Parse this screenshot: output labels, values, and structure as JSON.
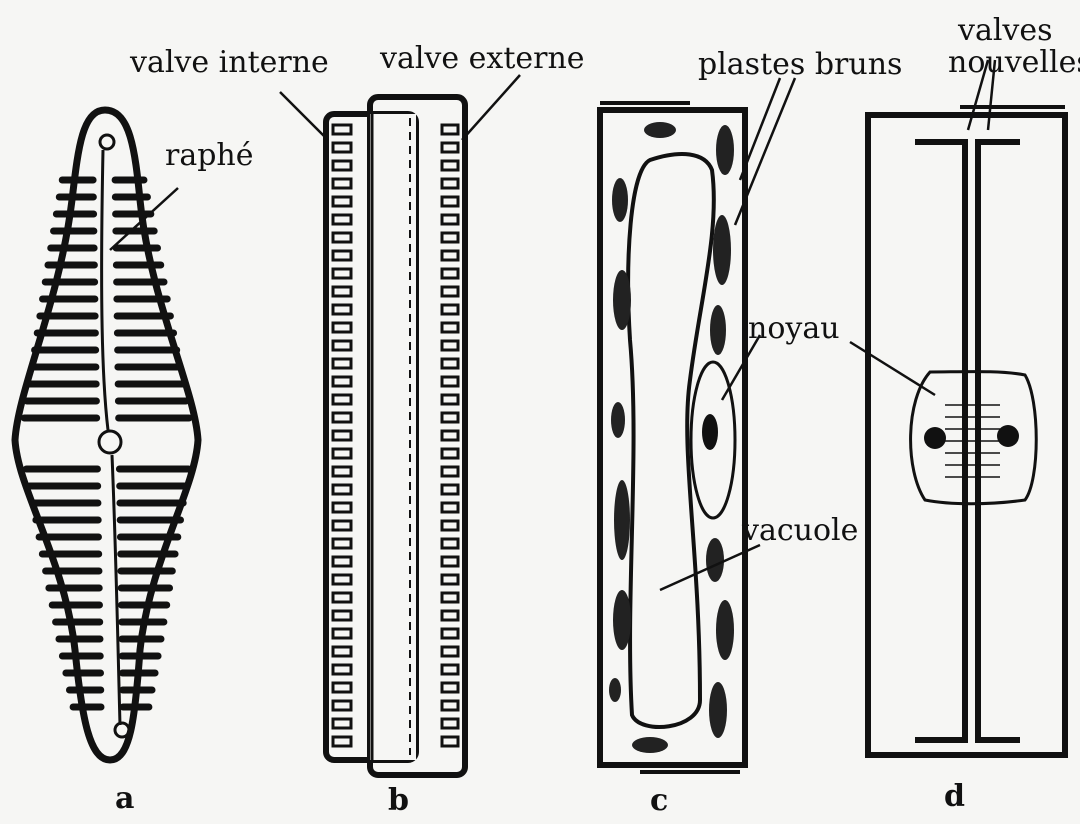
{
  "labels": {
    "valve_interne": "valve interne",
    "valve_externe": "valve externe",
    "raphe": "raphé",
    "plastes_bruns": "plastes bruns",
    "valves_nouvelles_1": "valves",
    "valves_nouvelles_2": "nouvelles",
    "noyau": "noyau",
    "vacuole": "vacuole"
  },
  "panels": [
    "a",
    "b",
    "c",
    "d"
  ]
}
